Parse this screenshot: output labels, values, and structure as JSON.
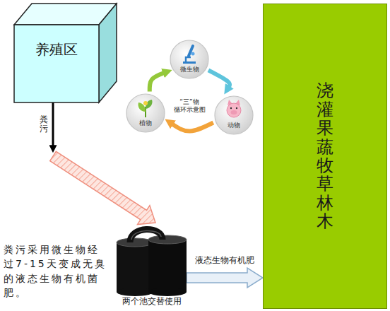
{
  "diagram": {
    "nodes": [
      {
        "text": [
          "养殖区"
        ]
      },
      {
        "text": [
          "微生物"
        ]
      },
      {
        "text": [
          "动物"
        ]
      },
      {
        "text": [
          "植物"
        ]
      },
      {
        "text": [
          "浇灌果蔬牧草林木"
        ]
      },
      {
        "text": [
          "两个池交替使用"
        ]
      }
    ],
    "edges": [
      {
        "from": 0,
        "to": 5,
        "label": "粪污",
        "arrow": "to"
      },
      {
        "from": 1,
        "to": 2,
        "arrow": "to"
      },
      {
        "from": 2,
        "to": 3,
        "arrow": "to"
      },
      {
        "from": 3,
        "to": 1,
        "arrow": "to"
      },
      {
        "from": 5,
        "to": 4,
        "label": "液态生物有机肥",
        "arrow": "to"
      }
    ],
    "labels": [
      "“三”物 循环示意图",
      "粪污采用微生物经过7-15天变成无臭的液态生物有机菌肥。"
    ]
  }
}
